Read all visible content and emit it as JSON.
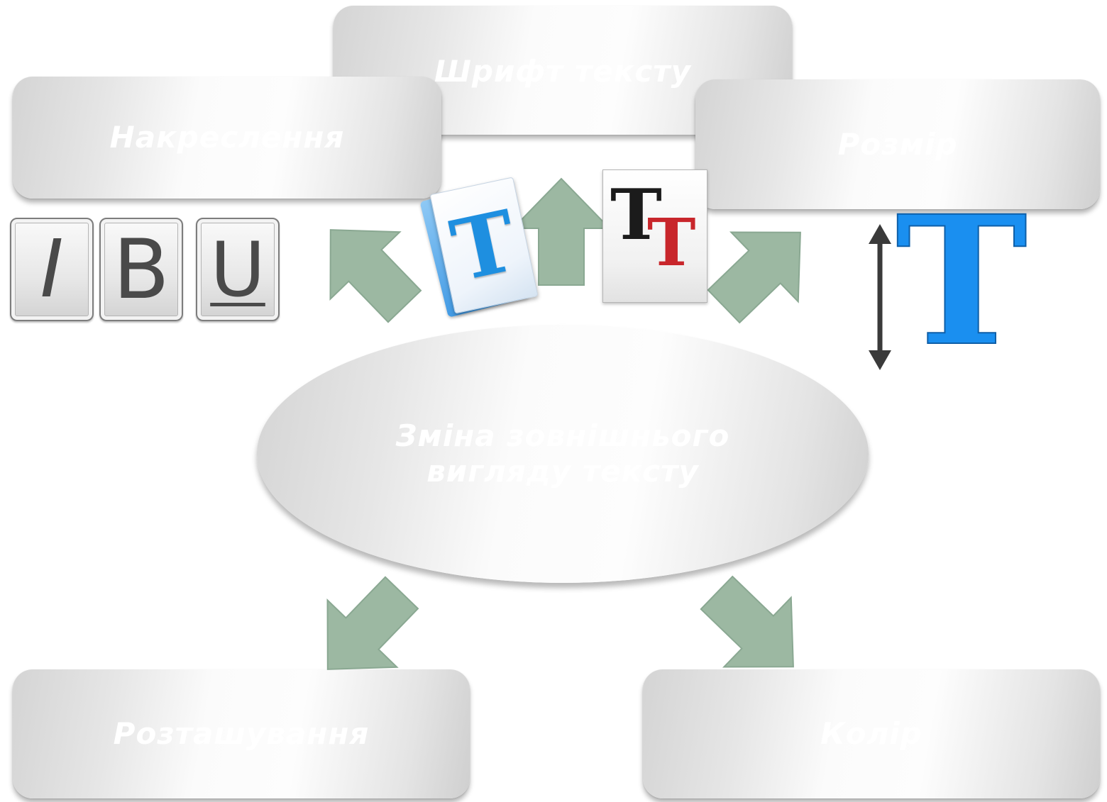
{
  "diagram": {
    "center": {
      "label": "Зміна зовнішнього вигляду тексту"
    },
    "nodes": {
      "font": {
        "label": "Шрифт тексту"
      },
      "style": {
        "label": "Накреслення"
      },
      "size": {
        "label": "Розмір"
      },
      "placement": {
        "label": "Розташування"
      },
      "color": {
        "label": "Колір"
      }
    },
    "format_keys": {
      "italic": "I",
      "bold": "B",
      "underline": "U"
    },
    "icon_glyphs": {
      "font_doc": "T",
      "font_pair_black": "T",
      "font_pair_red": "T",
      "size_letter": "T"
    }
  },
  "colors": {
    "arrow_fill": "#9cb8a2",
    "arrow_stroke": "#8aa892",
    "box_label": "#ffffff",
    "font_icon_blue": "#1e8fe0",
    "font_pair_red": "#c8262b",
    "size_letter_blue": "#1a8ff0"
  },
  "icons": [
    "italic-key-icon",
    "bold-key-icon",
    "underline-key-icon",
    "font-document-icon",
    "font-pair-icon",
    "font-size-icon"
  ]
}
